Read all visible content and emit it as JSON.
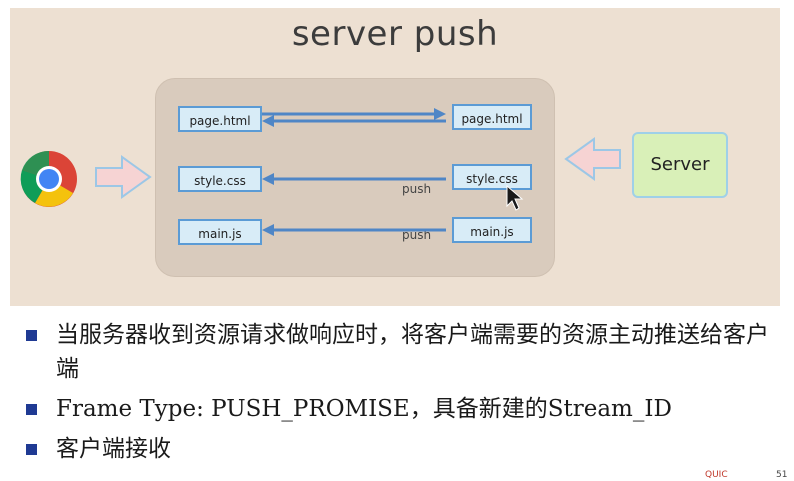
{
  "slide": {
    "title": "server push",
    "left_files": [
      "page.html",
      "style.css",
      "main.js"
    ],
    "right_files": [
      "page.html",
      "style.css",
      "main.js"
    ],
    "push_labels": [
      "push",
      "push"
    ],
    "server_label": "Server",
    "icons": {
      "browser": "chrome-icon",
      "cursor": "mouse-cursor-icon"
    },
    "colors": {
      "panel_bg": "#ede0d2",
      "box_bg": "#d9cbbd",
      "file_fill": "#d8ecf7",
      "file_border": "#5b9bd5",
      "server_fill": "#d9f0b8",
      "arrow_blue": "#4f86c6",
      "big_arrow_fill": "#f6d3d3",
      "big_arrow_stroke": "#9cc7e6"
    }
  },
  "bullets": [
    "当服务器收到资源请求做响应时，将客户端需要的资源主动推送给客户端",
    "Frame Type: PUSH_PROMISE，具备新建的Stream_ID",
    "客户端接收"
  ],
  "footer": {
    "tag": "QUIC",
    "page_number": "51"
  }
}
